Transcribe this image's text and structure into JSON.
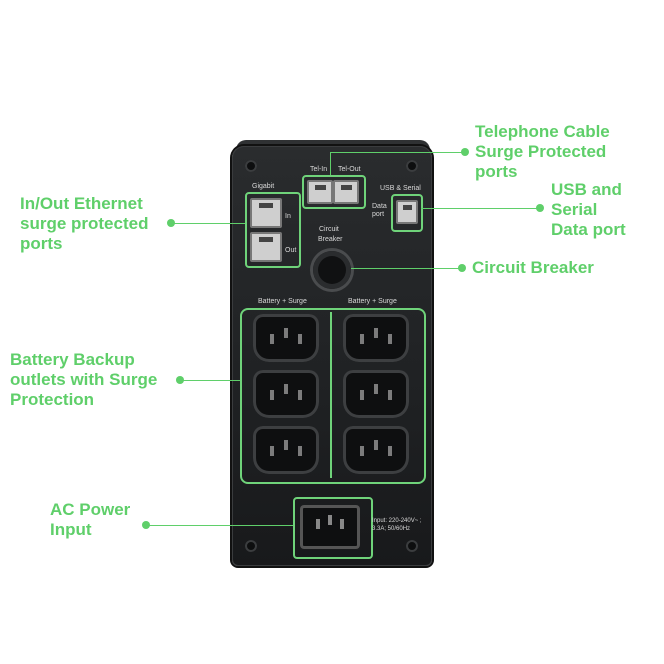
{
  "callouts": {
    "telephone": "Telephone Cable\nSurge Protected\nports",
    "telephone_l1": "Telephone Cable",
    "telephone_l2": "Surge Protected",
    "telephone_l3": "ports",
    "usb_l1": "USB and",
    "usb_l2": "Serial",
    "usb_l3": "Data port",
    "ethernet_l1": "In/Out Ethernet",
    "ethernet_l2": "surge protected",
    "ethernet_l3": "ports",
    "breaker": "Circuit Breaker",
    "battery_l1": "Battery Backup",
    "battery_l2": "outlets with Surge",
    "battery_l3": "Protection",
    "ac_l1": "AC Power",
    "ac_l2": "Input"
  },
  "panel": {
    "gigabit": "Gigabit",
    "in": "In",
    "out": "Out",
    "tel_in": "Tel-In",
    "tel_out": "Tel-Out",
    "usb_serial": "USB & Serial",
    "data_port_l1": "Data",
    "data_port_l2": "port",
    "circuit": "Circuit",
    "breaker": "Breaker",
    "battery_surge_left": "Battery + Surge",
    "battery_surge_right": "Battery + Surge",
    "input_l1": "Input: 220-240V~ ;",
    "input_l2": "3.3A; 50/60Hz"
  },
  "colors": {
    "accent": "#5fcf6a",
    "device": "#1f2123"
  }
}
